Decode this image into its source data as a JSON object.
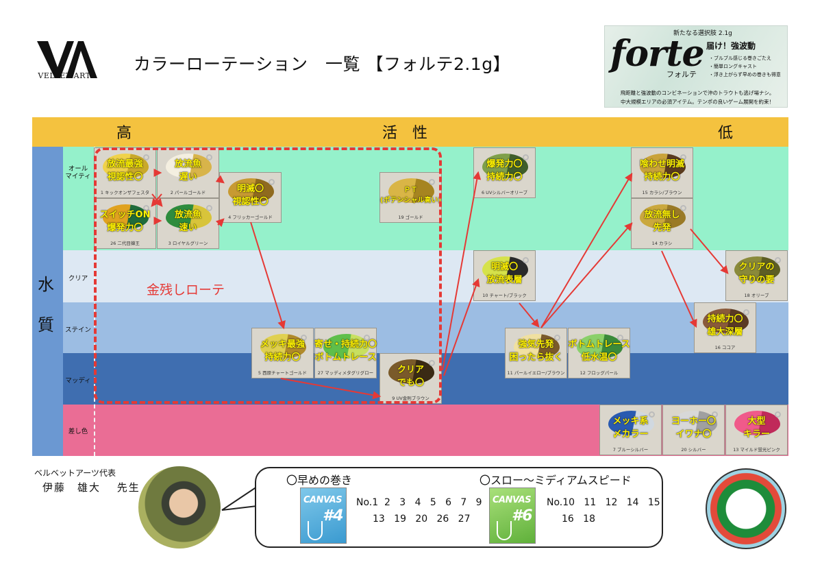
{
  "header": {
    "brand_name": "VELVET ARTS",
    "title": "カラーローテーション　一覧 【フォルテ2.1g】"
  },
  "promo": {
    "tagline": "新たなる選択肢 2.1g",
    "brand": "forte",
    "brand_jp": "フォルテ",
    "headline": "届け！強波動",
    "features": [
      "・ブルブル感じる巻きごたえ",
      "・簡単ロングキャスト",
      "・浮き上がらず早めの巻きも得意"
    ],
    "description": [
      "飛距離と強波動のコンビネーションで沖のトラウトも逃げ場ナシ。",
      "中大規模エリアの必須アイテム。テンポの良いゲーム展開を約束！"
    ]
  },
  "axis": {
    "activity_high": "高",
    "activity_mid": "活　性",
    "activity_low": "低",
    "water_1": "水",
    "water_2": "質",
    "rows": [
      "オール\nマイティ",
      "クリア",
      "ステイン",
      "マッディ",
      "差し色"
    ]
  },
  "annotation": "金残しローテ",
  "lures": [
    {
      "id": "1",
      "caption": "1 キックオンザフェスタ",
      "label": "放流最強\n視認性〇",
      "colors": [
        "#f0d24a",
        "#c9a92a"
      ]
    },
    {
      "id": "2",
      "caption": "2 パールゴールド",
      "label": "放流魚\n遅い",
      "colors": [
        "#f4efe0",
        "#d8b44a"
      ]
    },
    {
      "id": "4",
      "caption": "4 フリッカーゴールド",
      "label": "明滅〇\n視認性〇",
      "colors": [
        "#c79a32",
        "#8f6a1e"
      ]
    },
    {
      "id": "26",
      "caption": "26 二代目蝉王",
      "label": "スイッチON\n爆発力〇",
      "colors": [
        "#e0a21f",
        "#1f6b3a"
      ]
    },
    {
      "id": "3",
      "caption": "3 ロイヤルグリーン",
      "label": "放流魚\n速い",
      "colors": [
        "#2e8c3e",
        "#d8c43a"
      ]
    },
    {
      "id": "19",
      "caption": "19 ゴールド",
      "label": "ＰＴ\n(ポテンシャル高い)",
      "colors": [
        "#d9b546",
        "#a68420"
      ]
    },
    {
      "id": "6",
      "caption": "6 UVシルバーオリーブ",
      "label": "爆発力〇\n持続力〇",
      "colors": [
        "#7fa04a",
        "#3f5e2a"
      ]
    },
    {
      "id": "10",
      "caption": "10 チャート/ブラック",
      "label": "明滅〇\n放流表層",
      "colors": [
        "#d6e24a",
        "#2a2a2a"
      ]
    },
    {
      "id": "15",
      "caption": "15 カラシ/ブラウン",
      "label": "喰わせ明滅\n持続力〇",
      "colors": [
        "#c9a33a",
        "#5a3b1e"
      ]
    },
    {
      "id": "14",
      "caption": "14 カラシ",
      "label": "放流無し\n先発",
      "colors": [
        "#caa83e",
        "#9a7a26"
      ]
    },
    {
      "id": "18",
      "caption": "18 オリーブ",
      "label": "クリアの\n守りの要",
      "colors": [
        "#8a8a3a",
        "#5d5e24"
      ]
    },
    {
      "id": "16",
      "caption": "16 ココア",
      "label": "持続力〇\n雄大深層",
      "colors": [
        "#8a5a3a",
        "#5a3a24"
      ]
    },
    {
      "id": "5",
      "caption": "5 西原チャートゴールド",
      "label": "メッキ最強\n持続力〇",
      "colors": [
        "#e0d050",
        "#b08a2a"
      ]
    },
    {
      "id": "27",
      "caption": "27 マッディメタグリグロー",
      "label": "寄せ・持続力〇\nボトムトレース",
      "colors": [
        "#5fbf4a",
        "#c8e060"
      ]
    },
    {
      "id": "9",
      "caption": "9 UV金則ブラウン",
      "label": "クリア\nでも〇",
      "colors": [
        "#7a5a2a",
        "#3a2a14"
      ]
    },
    {
      "id": "11",
      "caption": "11 パールイエロー/ブラウン",
      "label": "強気先発\n困ったら抜く",
      "colors": [
        "#f0e0a0",
        "#7a5a2a"
      ]
    },
    {
      "id": "12",
      "caption": "12 フロッグパール",
      "label": "ボトムトレース\n低水温〇",
      "colors": [
        "#8ad06a",
        "#3a8a3a"
      ]
    },
    {
      "id": "7",
      "caption": "7 ブルーシルバー",
      "label": "メッキ系\n〆カラー",
      "colors": [
        "#2a5ab0",
        "#d0d8e0"
      ]
    },
    {
      "id": "20",
      "caption": "20 シルバー",
      "label": "ヨーホー〇\nイワナ〇",
      "colors": [
        "#d8d8d8",
        "#a0a0a0"
      ]
    },
    {
      "id": "13",
      "caption": "13 マイルド蛍光ピンク",
      "label": "大型\nキラー",
      "colors": [
        "#f05a8a",
        "#c02a5a"
      ]
    }
  ],
  "footer": {
    "rep_label": "ベルベットアーツ代表",
    "rep_name": "伊藤　雄大　 先生",
    "fast_heading": "〇早めの巻き",
    "fast_pack": {
      "brand": "CANVAS",
      "hook": "#4"
    },
    "fast_nums_1": "No.1  2   3   4   5   6   7   9",
    "fast_nums_2": "13   19   20   26   27",
    "slow_heading": "〇スロー～ミディアムスピード",
    "slow_pack": {
      "brand": "CANVAS",
      "hook": "#6"
    },
    "slow_nums_1": "No.10   11   12   14   15",
    "slow_nums_2": "16   18"
  }
}
